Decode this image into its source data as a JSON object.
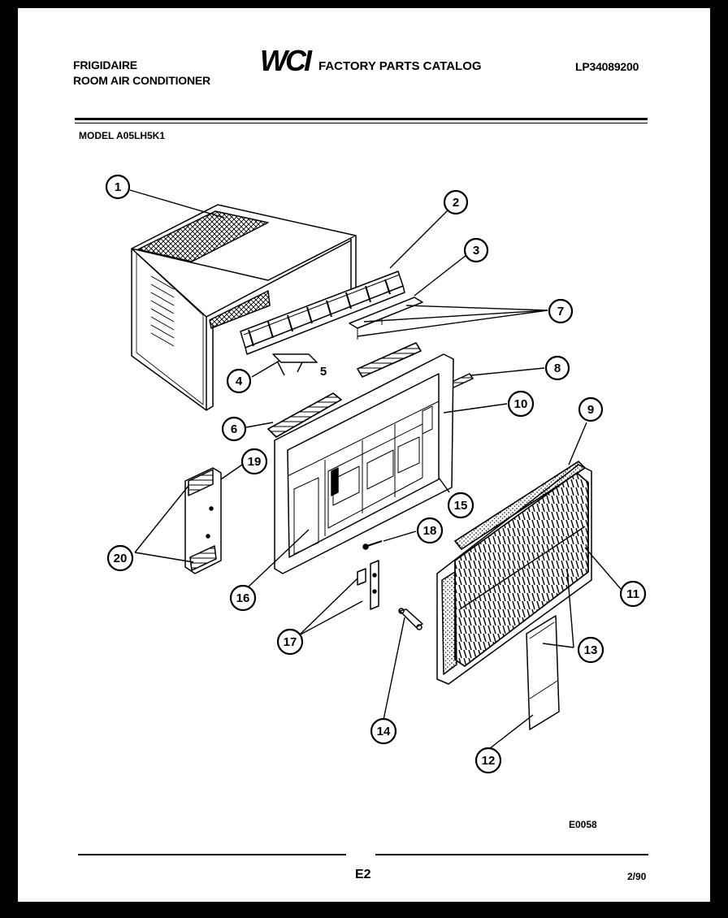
{
  "header": {
    "brand": "FRIGIDAIRE",
    "product": "ROOM AIR CONDITIONER",
    "logo_text": "WCI",
    "catalog_title": "FACTORY PARTS CATALOG",
    "catalog_number": "LP34089200",
    "model": "MODEL A05LH5K1"
  },
  "diagram": {
    "callouts": [
      "1",
      "2",
      "3",
      "4",
      "5",
      "6",
      "7",
      "8",
      "9",
      "10",
      "11",
      "12",
      "13",
      "14",
      "15",
      "16",
      "17",
      "18",
      "19",
      "20"
    ],
    "figure_code": "E0058"
  },
  "footer": {
    "page": "E2",
    "date": "2/90"
  }
}
